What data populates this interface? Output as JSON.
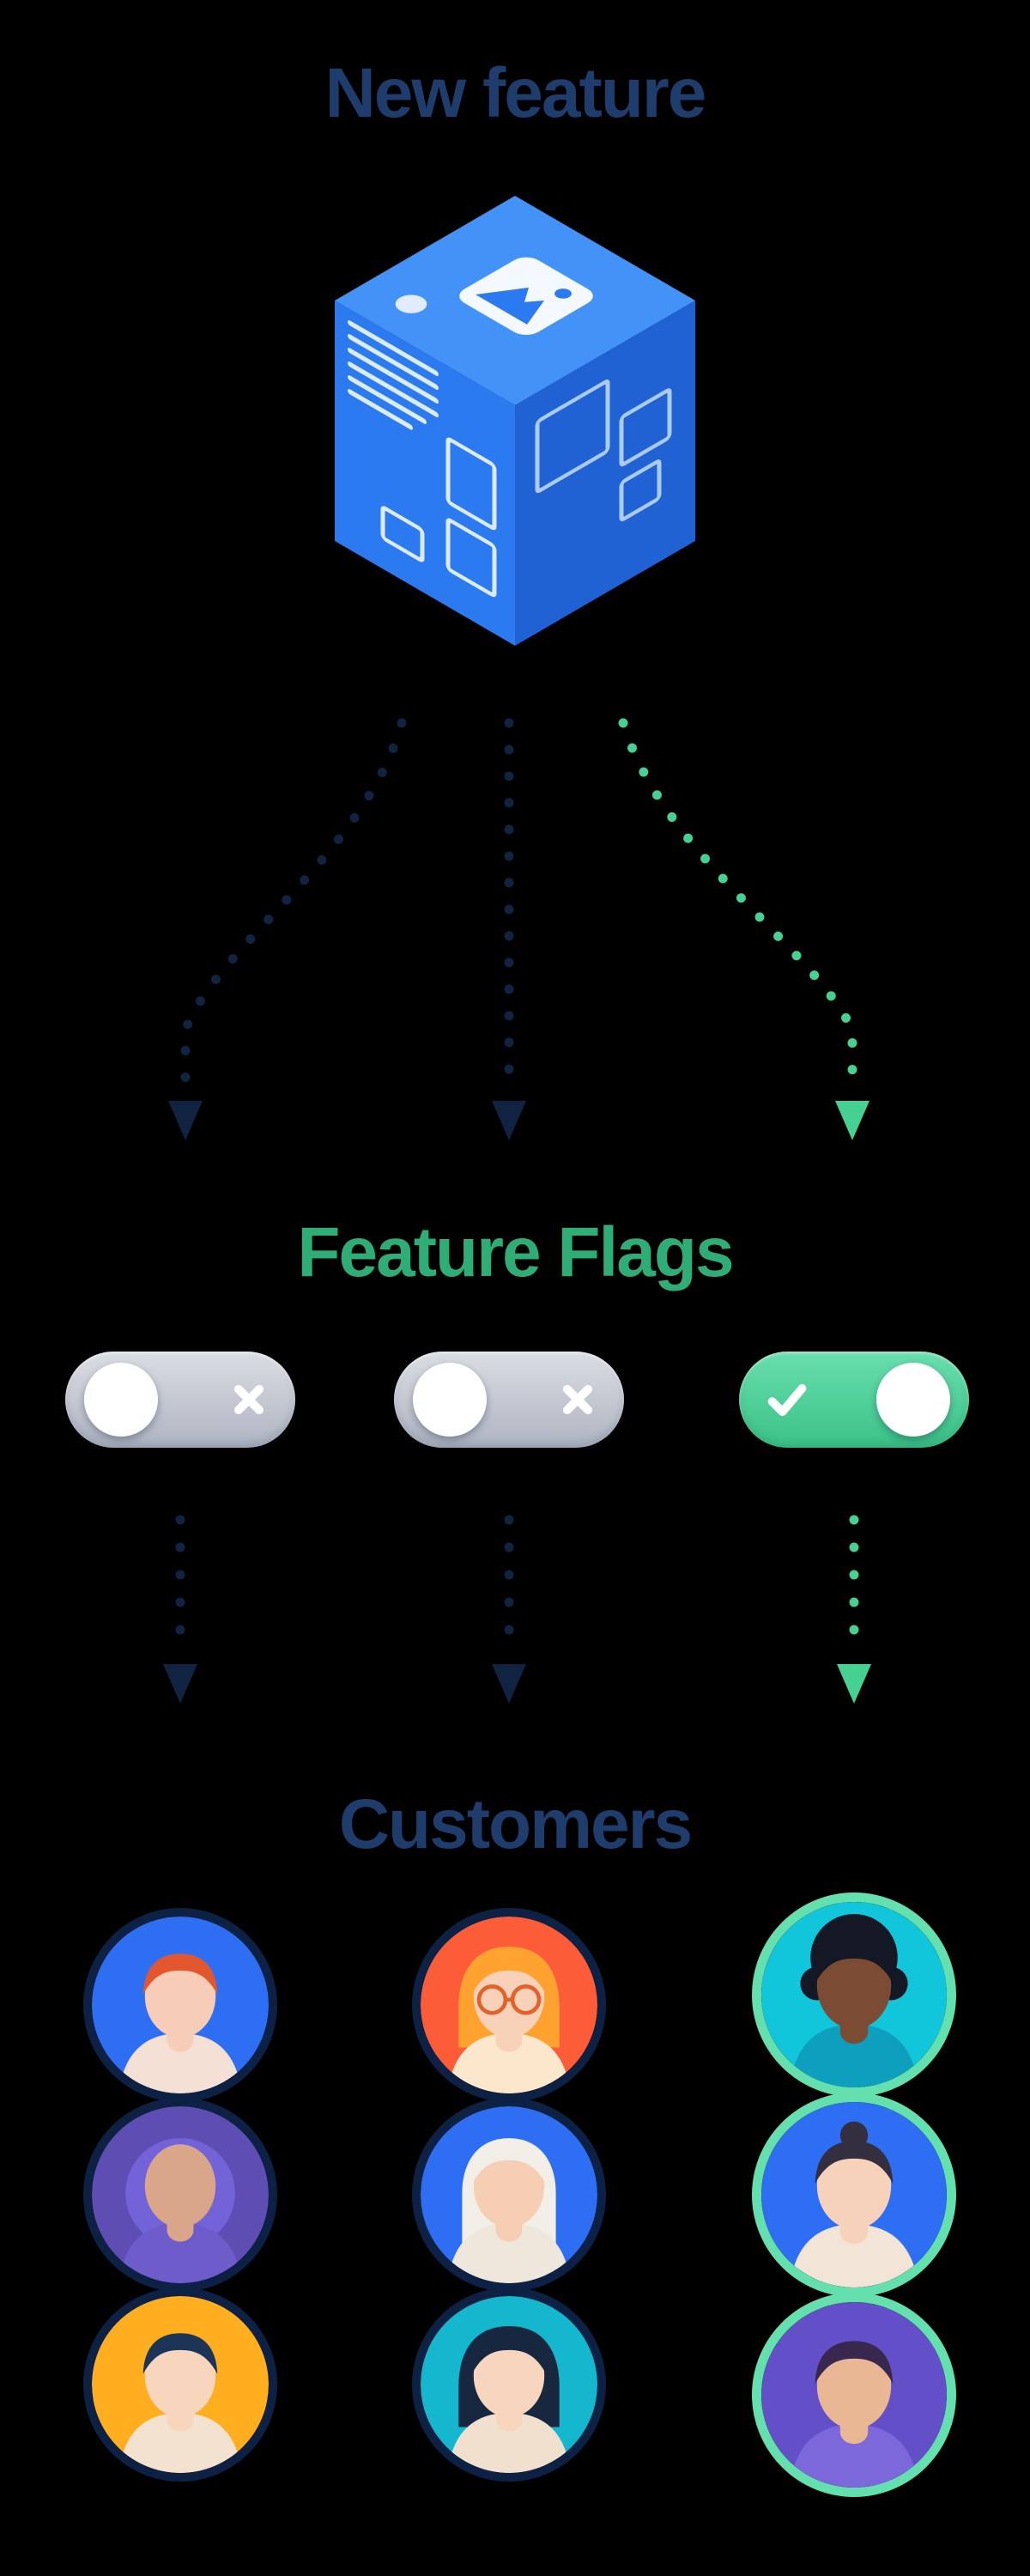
{
  "page": {
    "background": "#000000"
  },
  "sections": {
    "new_feature": {
      "title": "New feature",
      "illustration": "isometric-product-cube"
    },
    "feature_flags": {
      "title": "Feature Flags",
      "toggles": [
        {
          "id": "flag-1",
          "state": "off",
          "icon": "x-icon"
        },
        {
          "id": "flag-2",
          "state": "off",
          "icon": "x-icon"
        },
        {
          "id": "flag-3",
          "state": "on",
          "icon": "check-icon"
        }
      ]
    },
    "customers": {
      "title": "Customers",
      "columns": [
        {
          "id": "group-1",
          "flag_state": "off",
          "ring_color": "#0C2144",
          "avatars": [
            {
              "bg": "#2E6EF3",
              "skin": "#F7CDB7",
              "hair": "#E2572E",
              "shirt": "#F4E0D4",
              "style": "short"
            },
            {
              "bg": "#5E4DB2",
              "skin": "#D9A68A",
              "hair": "#7263D9",
              "shirt": "#6E5CCB",
              "style": "hood"
            },
            {
              "bg": "#FFAE1F",
              "skin": "#F8D6BD",
              "hair": "#1D3459",
              "shirt": "#F3E2D0",
              "style": "short"
            }
          ]
        },
        {
          "id": "group-2",
          "flag_state": "off",
          "ring_color": "#0C2144",
          "avatars": [
            {
              "bg": "#FC5C38",
              "skin": "#F8D2B8",
              "hair": "#FFA230",
              "shirt": "#FBE7CC",
              "style": "bob",
              "glasses": "#E2622B"
            },
            {
              "bg": "#2E6EF3",
              "skin": "#F6CEB4",
              "hair": "#F2EFE9",
              "shirt": "#EFE6DC",
              "style": "long"
            },
            {
              "bg": "#14B7CE",
              "skin": "#F8D6BD",
              "hair": "#16273F",
              "shirt": "#F1E0CE",
              "style": "bob"
            }
          ]
        },
        {
          "id": "group-3",
          "flag_state": "on",
          "ring_color": "#64DFAE",
          "avatars": [
            {
              "bg": "#11C5DB",
              "skin": "#7C4B33",
              "hair": "#141824",
              "shirt": "#0E9FBE",
              "style": "curly"
            },
            {
              "bg": "#2E6EF3",
              "skin": "#F6D2BA",
              "hair": "#332F3E",
              "shirt": "#F2E4D6",
              "style": "bun"
            },
            {
              "bg": "#6350C8",
              "skin": "#E9B793",
              "hair": "#39284E",
              "shirt": "#7C68DB",
              "style": "short"
            }
          ]
        }
      ]
    }
  },
  "arrows": {
    "cube_to_flags": [
      "navy",
      "navy",
      "green"
    ],
    "flags_to_customers": [
      "navy",
      "navy",
      "green"
    ]
  },
  "colors": {
    "page_bg": "#000000",
    "navy_text": "#1E3D6D",
    "green_text": "#2FAD77",
    "arrow_navy": "#102441",
    "arrow_green": "#44D192",
    "toggle_off_top": "#DADDE3",
    "toggle_off_bottom": "#AEB4C1",
    "toggle_on_top": "#69DEAE",
    "toggle_on_bottom": "#3BC287",
    "knob": "#FFFFFF",
    "ring_navy": "#0C2144",
    "ring_green": "#64DFAE",
    "cube_top": "#4392F7",
    "cube_left": "#2C7AF0",
    "cube_right": "#2062D4",
    "cube_detail_light": "#DCEBFF",
    "cube_detail_outline": "#A9CBFF"
  }
}
